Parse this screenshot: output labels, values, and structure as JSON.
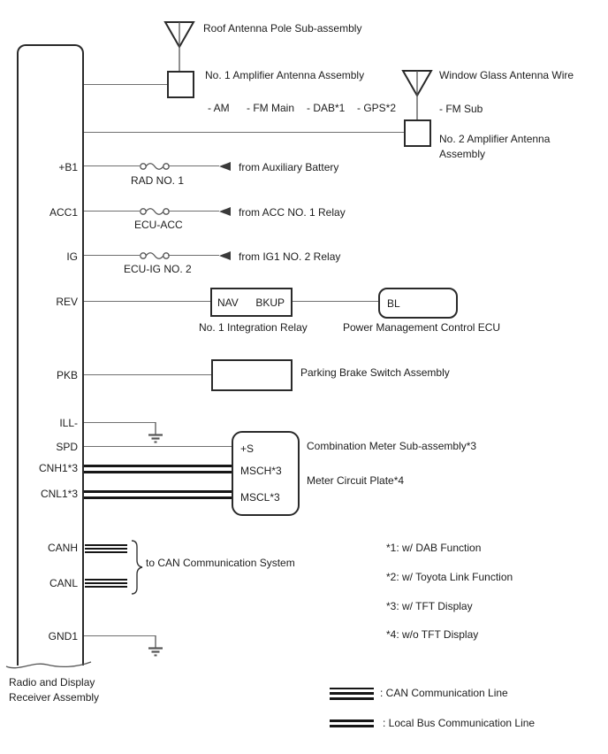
{
  "diagram": {
    "receiver": {
      "label1": "Radio and Display",
      "label2": "Receiver Assembly"
    },
    "roof_antenna": {
      "label": "Roof Antenna Pole Sub-assembly",
      "amp_label": "No. 1 Amplifier Antenna Assembly",
      "bands": [
        "- AM",
        "- FM Main",
        "- DAB*1",
        "- GPS*2"
      ]
    },
    "glass_antenna": {
      "label": "Window Glass Antenna Wire",
      "band": "- FM Sub",
      "amp_label1": "No. 2 Amplifier Antenna",
      "amp_label2": "Assembly"
    },
    "power": [
      {
        "pin": "+B1",
        "fuse": "RAD NO. 1",
        "source": "from Auxiliary Battery"
      },
      {
        "pin": "ACC1",
        "fuse": "ECU-ACC",
        "source": "from ACC NO. 1 Relay"
      },
      {
        "pin": "IG",
        "fuse": "ECU-IG NO. 2",
        "source": "from IG1 NO. 2 Relay"
      }
    ],
    "rev": {
      "pin": "REV",
      "relay_t1": "NAV",
      "relay_t2": "BKUP",
      "relay_label": "No. 1 Integration Relay",
      "ecu_t": "BL",
      "ecu_label": "Power Management Control ECU"
    },
    "pkb": {
      "pin": "PKB",
      "label": "Parking Brake Switch Assembly"
    },
    "ill": {
      "pin": "ILL-"
    },
    "meter": {
      "pin_spd": "SPD",
      "pin_cnh": "CNH1*3",
      "pin_cnl": "CNL1*3",
      "t_s": "+S",
      "t_msch": "MSCH*3",
      "t_mscl": "MSCL*3",
      "label1": "Combination Meter Sub-assembly*3",
      "label2": "Meter Circuit Plate*4"
    },
    "can": {
      "pin_h": "CANH",
      "pin_l": "CANL",
      "label": "to CAN Communication System"
    },
    "gnd": {
      "pin": "GND1"
    },
    "notes": [
      "*1: w/ DAB Function",
      "*2: w/ Toyota Link Function",
      "*3: w/ TFT Display",
      "*4: w/o TFT Display"
    ],
    "legend": {
      "can": ": CAN Communication Line",
      "local": ": Local Bus Communication Line"
    }
  }
}
